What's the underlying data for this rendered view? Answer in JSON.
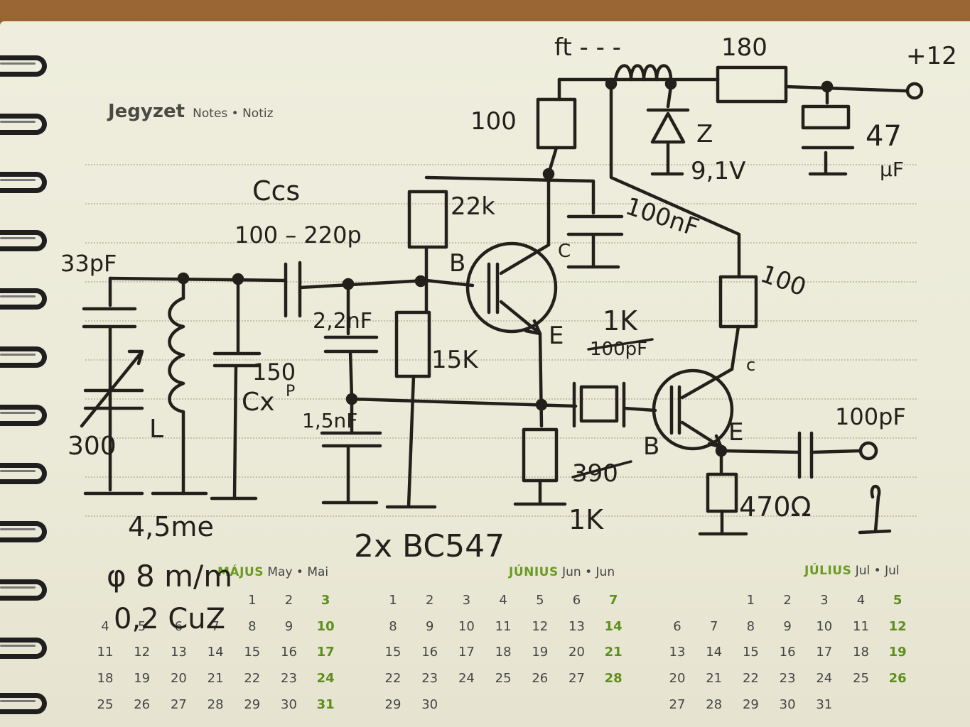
{
  "notebook": {
    "title": "Jegyzet",
    "subtitle": "Notes • Notiz"
  },
  "schematic_labels": {
    "inductor_note": "ft - - -",
    "res_180": "180",
    "supply": "+12",
    "res_100_top": "100",
    "zener_label": "Z",
    "zener_voltage": "9,1V",
    "cap_47": "47",
    "cap_47_unit": "μF",
    "ccs": "Ccs",
    "res_22k": "22k",
    "cap_100nf": "100nF",
    "cap_33pf": "33pF",
    "cap_100_220p": "100 – 220p",
    "base_b1": "B",
    "collector_c1": "C",
    "res_100_right": "100",
    "cap_2_2nf": "2,2nF",
    "res_15k": "15K",
    "emitter_e1": "E",
    "res_1k_top": "1K",
    "struck_100pf": "100pF",
    "cap_150": "150",
    "cx_label": "Cx",
    "cx_unit": "P",
    "collector_c2": "c",
    "cap_1_5nf": "1,5nF",
    "var_cap_300": "300",
    "inductor_l": "L",
    "out_cap_100pf": "100pF",
    "emitter_e2": "E",
    "base_b2": "B",
    "struck_390": "390",
    "res_1k_bottom": "1K",
    "res_470": "470Ω",
    "turns_note": "4,5me",
    "diameter_note": "φ 8 m/m",
    "wire_note": "0,2 CuZ",
    "transistor_note": "2x BC547"
  },
  "calendar": [
    {
      "name_hu": "MÁJUS",
      "name_en_de": "May • Mai",
      "weeks": [
        [
          "",
          "",
          "",
          "",
          "1",
          "2",
          "3"
        ],
        [
          "4",
          "5",
          "6",
          "7",
          "8",
          "9",
          "10"
        ],
        [
          "11",
          "12",
          "13",
          "14",
          "15",
          "16",
          "17"
        ],
        [
          "18",
          "19",
          "20",
          "21",
          "22",
          "23",
          "24"
        ],
        [
          "25",
          "26",
          "27",
          "28",
          "29",
          "30",
          "31"
        ]
      ]
    },
    {
      "name_hu": "JÚNIUS",
      "name_en_de": "Jun • Jun",
      "weeks": [
        [
          "1",
          "2",
          "3",
          "4",
          "5",
          "6",
          "7"
        ],
        [
          "8",
          "9",
          "10",
          "11",
          "12",
          "13",
          "14"
        ],
        [
          "15",
          "16",
          "17",
          "18",
          "19",
          "20",
          "21"
        ],
        [
          "22",
          "23",
          "24",
          "25",
          "26",
          "27",
          "28"
        ],
        [
          "29",
          "30",
          "",
          "",
          "",
          "",
          ""
        ]
      ]
    },
    {
      "name_hu": "JÚLIUS",
      "name_en_de": "Jul • Jul",
      "weeks": [
        [
          "",
          "",
          "1",
          "2",
          "3",
          "4",
          "5"
        ],
        [
          "6",
          "7",
          "8",
          "9",
          "10",
          "11",
          "12"
        ],
        [
          "13",
          "14",
          "15",
          "16",
          "17",
          "18",
          "19"
        ],
        [
          "20",
          "21",
          "22",
          "23",
          "24",
          "25",
          "26"
        ],
        [
          "27",
          "28",
          "29",
          "30",
          "31",
          "",
          ""
        ]
      ]
    }
  ]
}
